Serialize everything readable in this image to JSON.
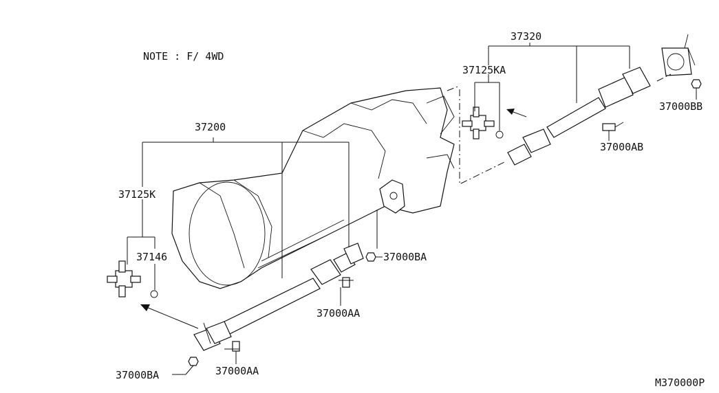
{
  "note": "NOTE : F/ 4WD",
  "figure_code": "M370000P",
  "labels": {
    "shaft_front": "37320",
    "shaft_rear": "37200",
    "spider_front": "37125KA",
    "spider_rear": "37125K",
    "snap_ring": "37146",
    "bolt_bb": "37000BB",
    "bolt_ab": "37000AB",
    "nut_ba_mid": "37000BA",
    "bolt_aa_mid": "37000AA",
    "nut_ba_low": "37000BA",
    "bolt_aa_low": "37000AA"
  }
}
